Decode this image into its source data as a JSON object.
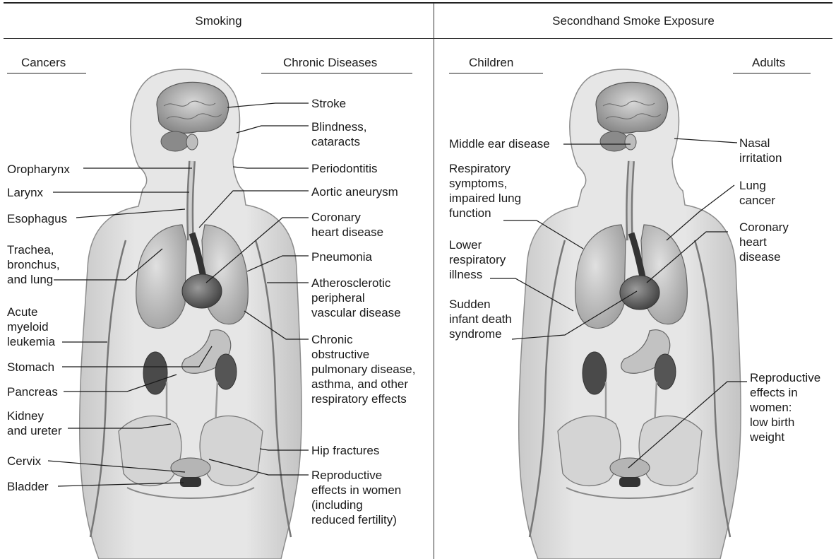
{
  "panels": {
    "smoking": {
      "title": "Smoking",
      "left_heading": "Cancers",
      "right_heading": "Chronic Diseases"
    },
    "secondhand": {
      "title": "Secondhand Smoke Exposure",
      "left_heading": "Children",
      "right_heading": "Adults"
    }
  },
  "labels": {
    "oropharynx": "Oropharynx",
    "larynx": "Larynx",
    "esophagus": "Esophagus",
    "trachea": "Trachea,\nbronchus,\nand lung",
    "aml": "Acute\nmyeloid\nleukemia",
    "stomach": "Stomach",
    "pancreas": "Pancreas",
    "kidney": "Kidney\nand ureter",
    "cervix": "Cervix",
    "bladder": "Bladder",
    "stroke": "Stroke",
    "blindness": "Blindness,\ncataracts",
    "periodontitis": "Periodontitis",
    "aortic": "Aortic aneurysm",
    "chd": "Coronary\nheart disease",
    "pneumonia": "Pneumonia",
    "atherosclerotic": "Atherosclerotic\nperipheral\nvascular disease",
    "copd": "Chronic\nobstructive\npulmonary disease,\nasthma, and other\nrespiratory effects",
    "hip": "Hip fractures",
    "repro_women": "Reproductive\neffects in women\n(including\nreduced fertility)",
    "middle_ear": "Middle ear disease",
    "resp_symptoms": "Respiratory\nsymptoms,\nimpaired lung\nfunction",
    "lower_resp": "Lower\nrespiratory\nillness",
    "sids": "Sudden\ninfant death\nsyndrome",
    "nasal": "Nasal\nirritation",
    "lung_cancer": "Lung\ncancer",
    "chd_adult": "Coronary\nheart\ndisease",
    "repro_low_birth": "Reproductive\neffects in\nwomen:\nlow birth\nweight"
  }
}
